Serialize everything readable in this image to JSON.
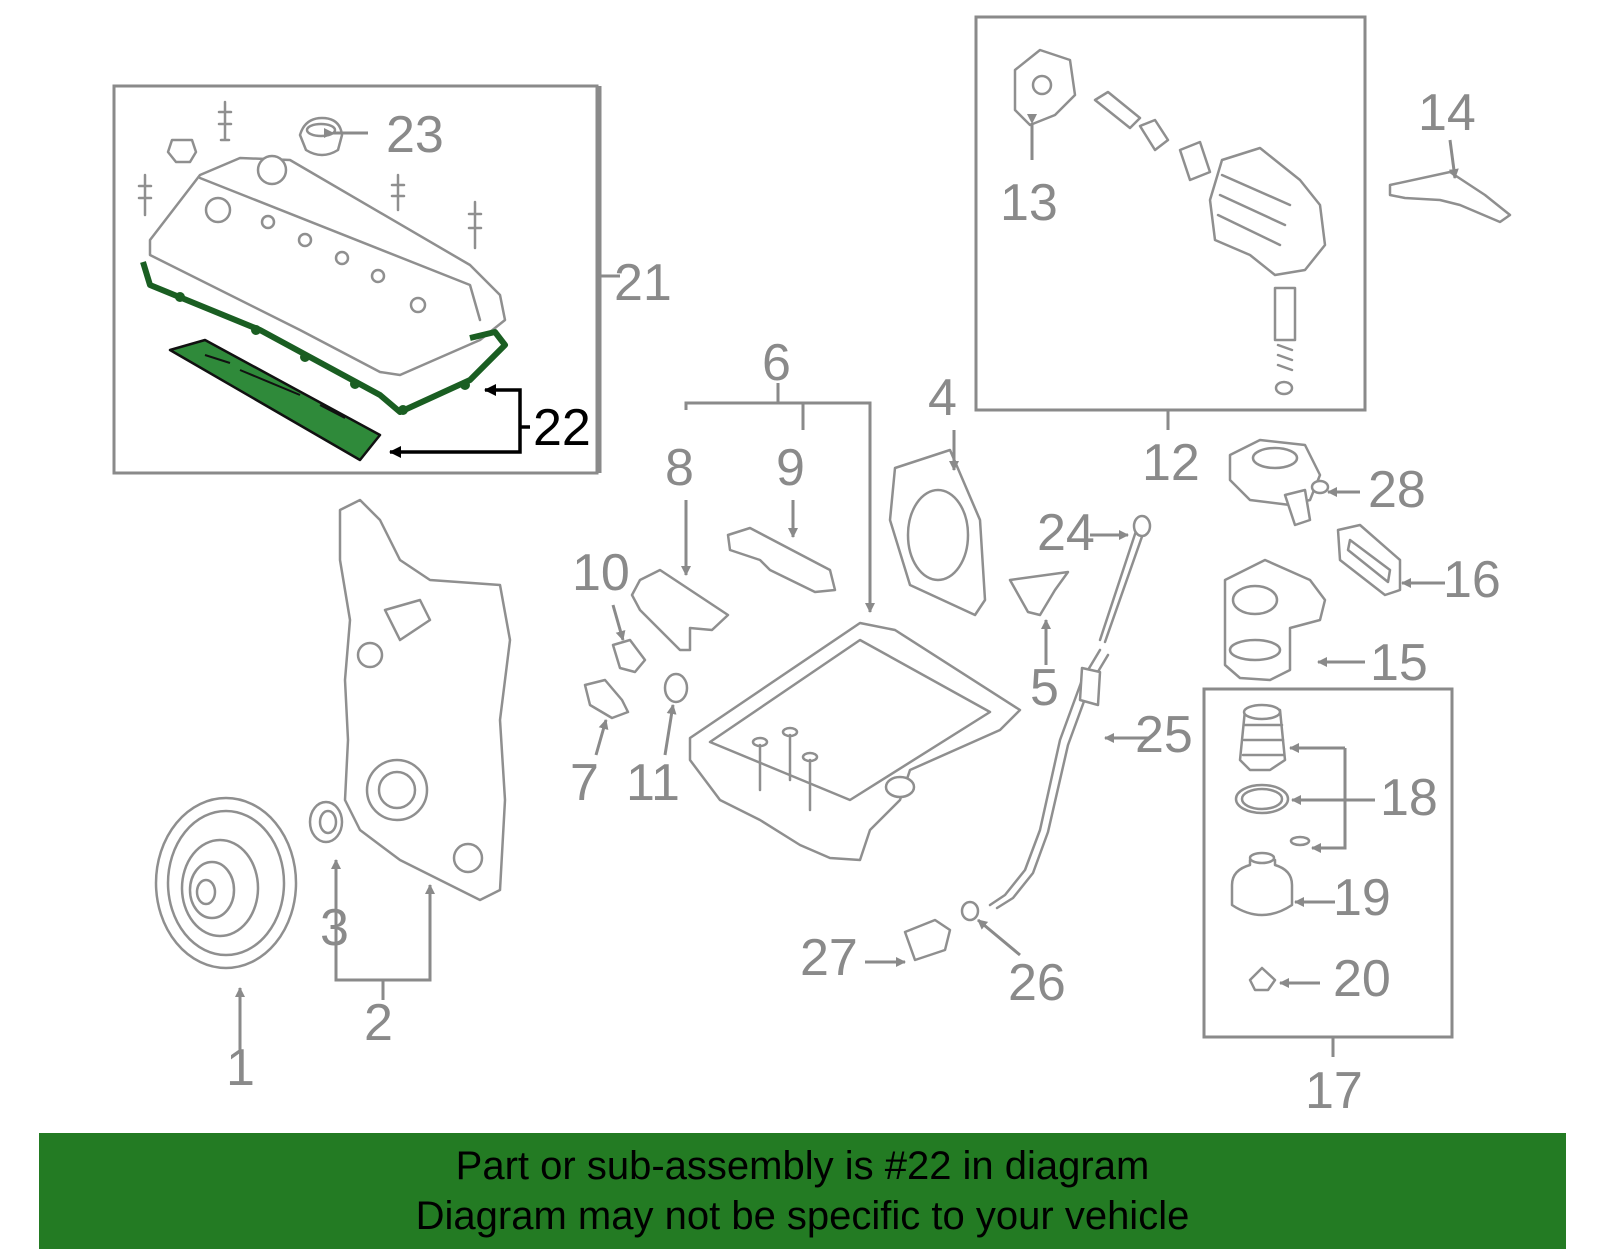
{
  "diagram": {
    "highlight_color": "#2f8a3a",
    "banner_color": "#237b23",
    "callouts": {
      "c1": "1",
      "c2": "2",
      "c3": "3",
      "c4": "4",
      "c5": "5",
      "c6": "6",
      "c7": "7",
      "c8": "8",
      "c9": "9",
      "c10": "10",
      "c11": "11",
      "c12": "12",
      "c13": "13",
      "c14": "14",
      "c15": "15",
      "c16": "16",
      "c17": "17",
      "c18": "18",
      "c19": "19",
      "c20": "20",
      "c21": "21",
      "c22": "22",
      "c23": "23",
      "c24": "24",
      "c25": "25",
      "c26": "26",
      "c27": "27",
      "c28": "28"
    },
    "highlighted_part": "22"
  },
  "banner": {
    "line1": "Part or sub-assembly is #22 in diagram",
    "line2": "Diagram may not be specific to your vehicle"
  }
}
